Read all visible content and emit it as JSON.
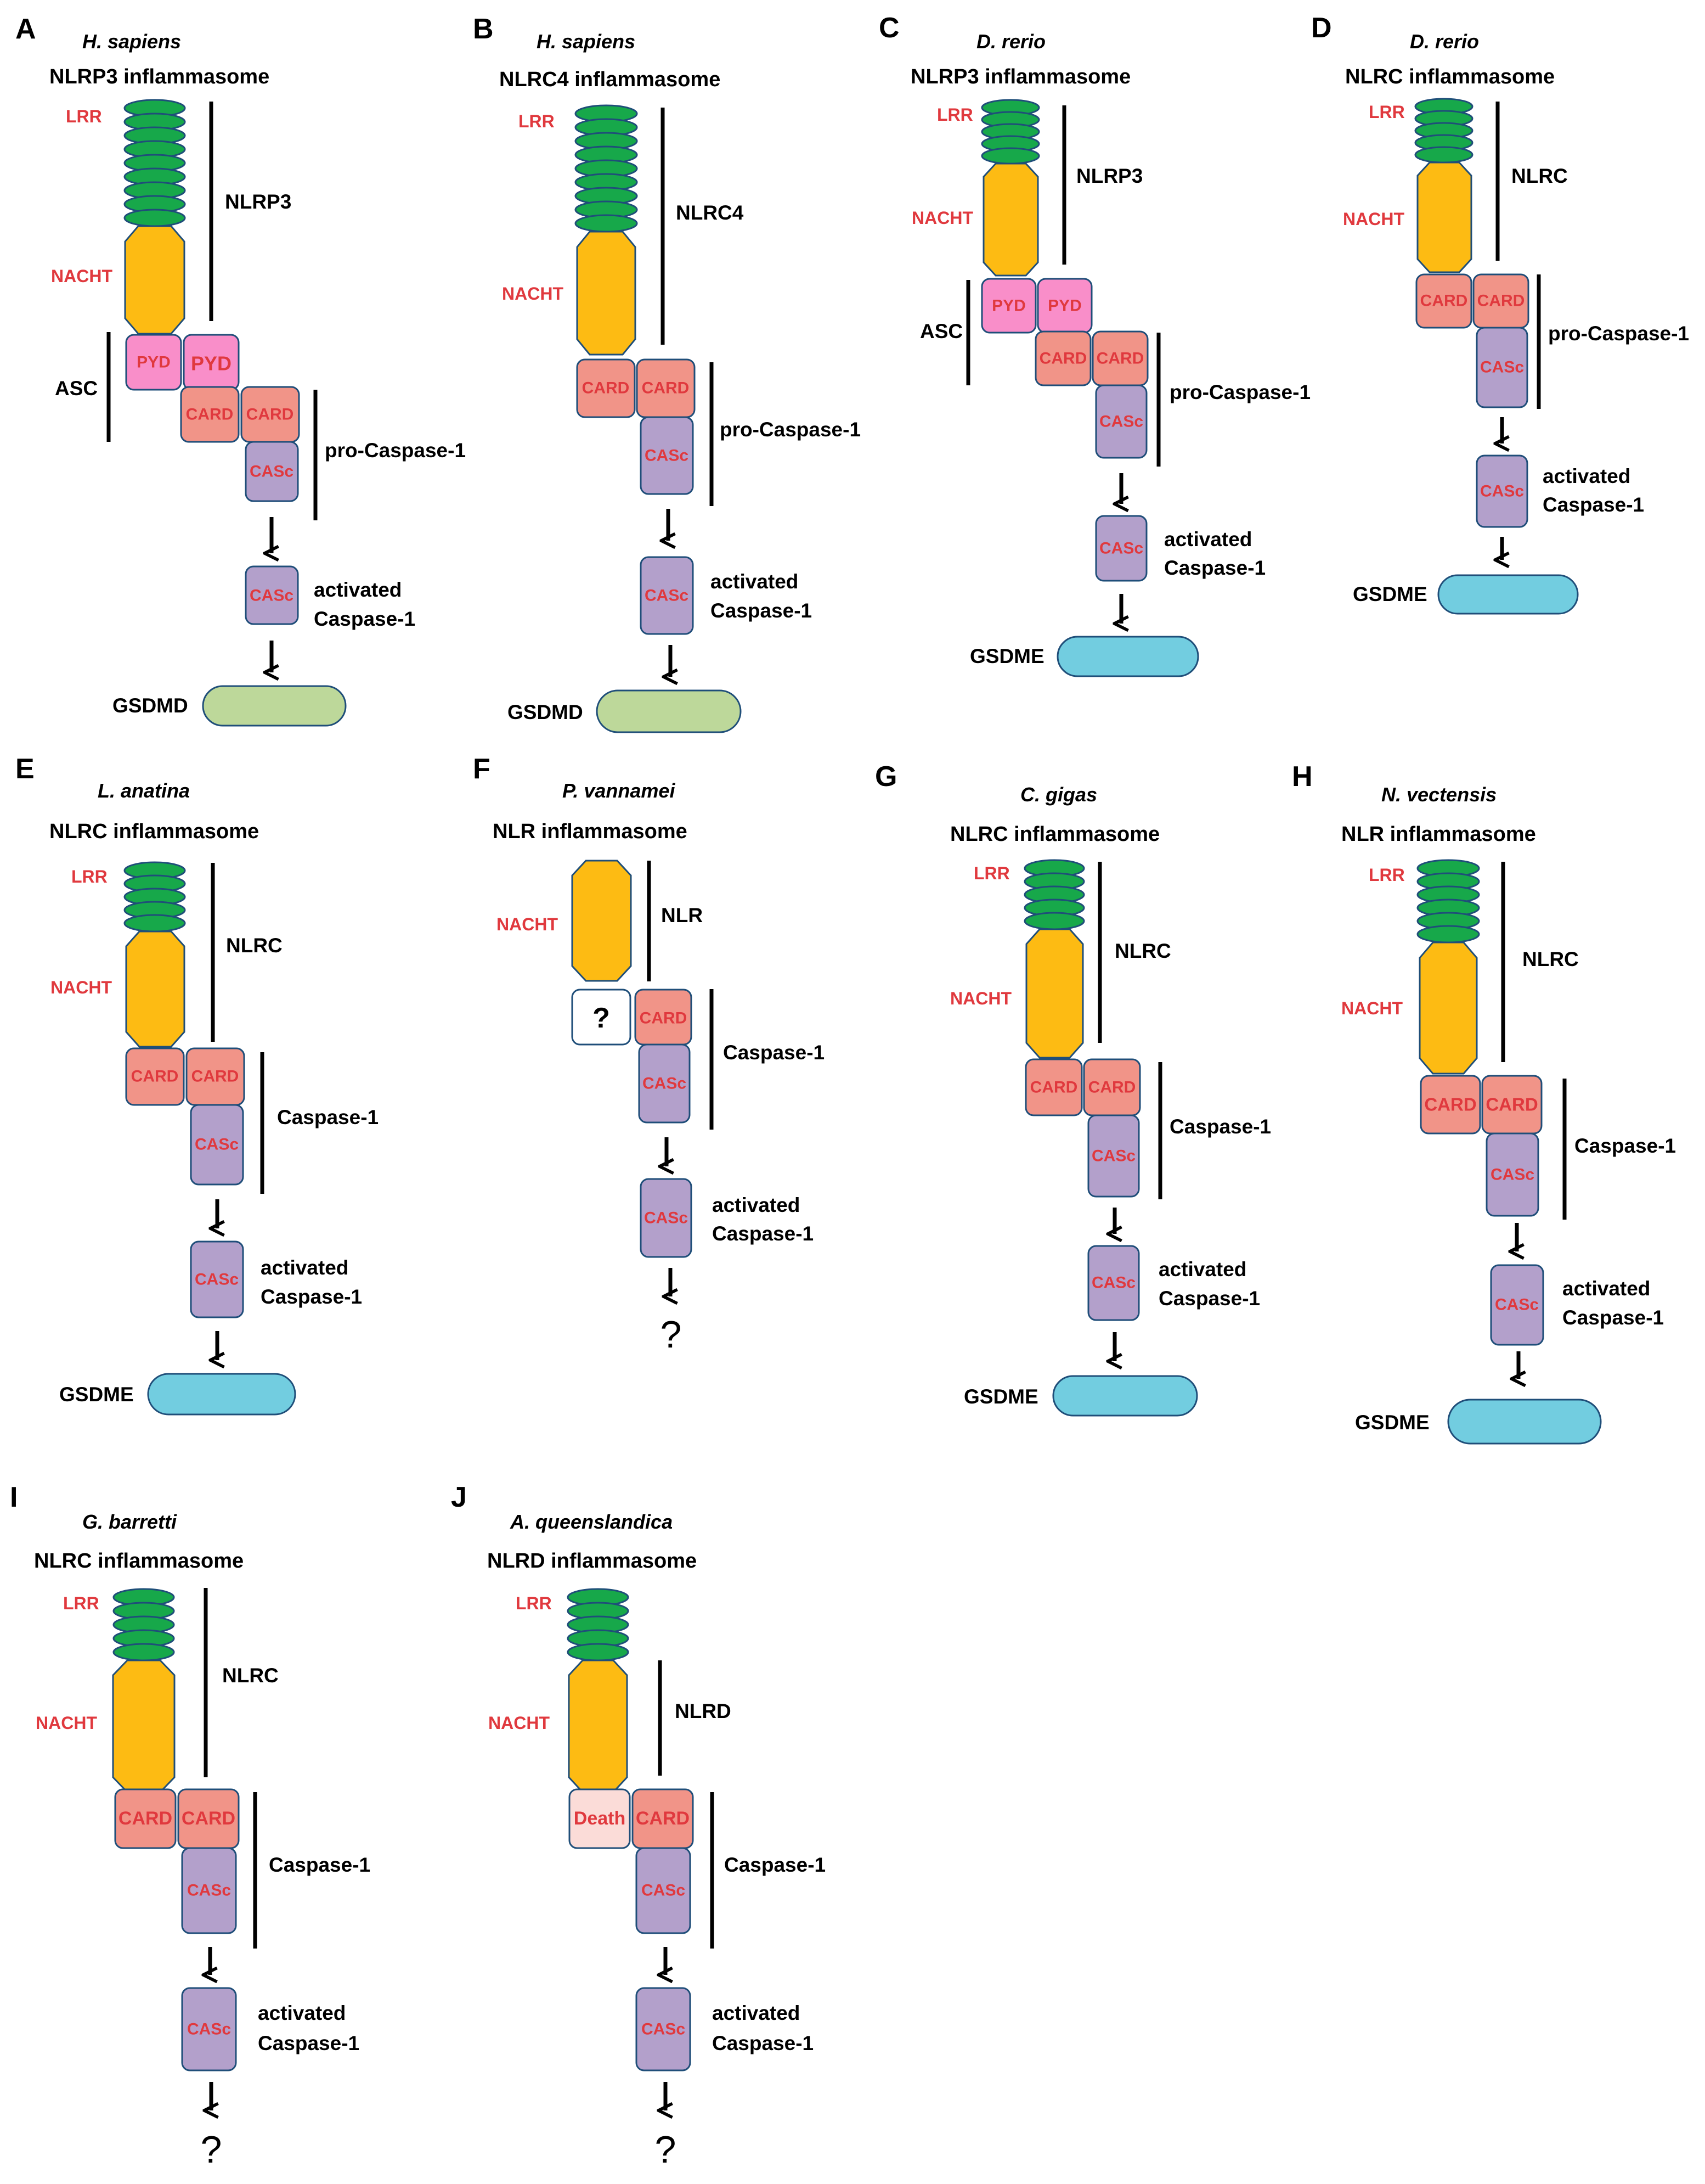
{
  "panels": [
    {
      "letter": "A",
      "species": "H. sapiens",
      "title": "NLRP3 inflammasome",
      "lrr_label": "LRR",
      "nacht_label": "NACHT",
      "receptor_label": "NLRP3",
      "adaptor_label": "ASC",
      "adaptor_domain": "PYD",
      "receptor_domain": "PYD",
      "adaptor_card": "CARD",
      "caspase_card": "CARD",
      "caspase_label": "pro-Caspase-1",
      "casc": "CASc",
      "activated_casc": "CASc",
      "activated_label_1": "activated",
      "activated_label_2": "Caspase-1",
      "gasdermin": "GSDMD",
      "gasdermin_color": "#bdd89a"
    },
    {
      "letter": "B",
      "species": "H. sapiens",
      "title": "NLRC4 inflammasome",
      "lrr_label": "LRR",
      "nacht_label": "NACHT",
      "receptor_label": "NLRC4",
      "receptor_domain": "CARD",
      "caspase_card": "CARD",
      "caspase_label": "pro-Caspase-1",
      "casc": "CASc",
      "activated_casc": "CASc",
      "activated_label_1": "activated",
      "activated_label_2": "Caspase-1",
      "gasdermin": "GSDMD",
      "gasdermin_color": "#bdd89a"
    },
    {
      "letter": "C",
      "species": "D. rerio",
      "title": "NLRP3 inflammasome",
      "lrr_label": "LRR",
      "nacht_label": "NACHT",
      "receptor_label": "NLRP3",
      "adaptor_label": "ASC",
      "receptor_domain": "PYD",
      "adaptor_domain": "PYD",
      "adaptor_card": "CARD",
      "caspase_card": "CARD",
      "caspase_label": "pro-Caspase-1",
      "casc": "CASc",
      "activated_casc": "CASc",
      "activated_label_1": "activated",
      "activated_label_2": "Caspase-1",
      "gasdermin": "GSDME",
      "gasdermin_color": "#72cde0"
    },
    {
      "letter": "D",
      "species": "D. rerio",
      "title": "NLRC inflammasome",
      "lrr_label": "LRR",
      "nacht_label": "NACHT",
      "receptor_label": "NLRC",
      "receptor_domain": "CARD",
      "caspase_card": "CARD",
      "caspase_label": "pro-Caspase-1",
      "casc": "CASc",
      "activated_casc": "CASc",
      "activated_label_1": "activated",
      "activated_label_2": "Caspase-1",
      "gasdermin": "GSDME",
      "gasdermin_color": "#72cde0"
    },
    {
      "letter": "E",
      "species": "L. anatina",
      "title": "NLRC inflammasome",
      "lrr_label": "LRR",
      "nacht_label": "NACHT",
      "receptor_label": "NLRC",
      "receptor_domain": "CARD",
      "caspase_card": "CARD",
      "caspase_label": "Caspase-1",
      "casc": "CASc",
      "activated_casc": "CASc",
      "activated_label_1": "activated",
      "activated_label_2": "Caspase-1",
      "gasdermin": "GSDME",
      "gasdermin_color": "#72cde0"
    },
    {
      "letter": "F",
      "species": "P. vannamei",
      "title": "NLR inflammasome",
      "nacht_label": "NACHT",
      "receptor_label": "NLR",
      "receptor_domain": "?",
      "caspase_card": "CARD",
      "caspase_label": "Caspase-1",
      "casc": "CASc",
      "activated_casc": "CASc",
      "activated_label_1": "activated",
      "activated_label_2": "Caspase-1",
      "unknown_target": "?"
    },
    {
      "letter": "G",
      "species": "C. gigas",
      "title": "NLRC inflammasome",
      "lrr_label": "LRR",
      "nacht_label": "NACHT",
      "receptor_label": "NLRC",
      "receptor_domain": "CARD",
      "caspase_card": "CARD",
      "caspase_label": "Caspase-1",
      "casc": "CASc",
      "activated_casc": "CASc",
      "activated_label_1": "activated",
      "activated_label_2": "Caspase-1",
      "gasdermin": "GSDME",
      "gasdermin_color": "#72cde0"
    },
    {
      "letter": "H",
      "species": "N. vectensis",
      "title": "NLR inflammasome",
      "lrr_label": "LRR",
      "nacht_label": "NACHT",
      "receptor_label": "NLRC",
      "receptor_domain": "CARD",
      "caspase_card": "CARD",
      "caspase_label": "Caspase-1",
      "casc": "CASc",
      "activated_casc": "CASc",
      "activated_label_1": "activated",
      "activated_label_2": "Caspase-1",
      "gasdermin": "GSDME",
      "gasdermin_color": "#72cde0"
    },
    {
      "letter": "I",
      "species": "G. barretti",
      "title": "NLRC inflammasome",
      "lrr_label": "LRR",
      "nacht_label": "NACHT",
      "receptor_label": "NLRC",
      "receptor_domain": "CARD",
      "caspase_card": "CARD",
      "caspase_label": "Caspase-1",
      "casc": "CASc",
      "activated_casc": "CASc",
      "activated_label_1": "activated",
      "activated_label_2": "Caspase-1",
      "unknown_target": "?"
    },
    {
      "letter": "J",
      "species": "A. queenslandica",
      "title": "NLRD inflammasome",
      "lrr_label": "LRR",
      "nacht_label": "NACHT",
      "receptor_label": "NLRD",
      "receptor_domain": "Death",
      "caspase_card": "CARD",
      "caspase_label": "Caspase-1",
      "casc": "CASc",
      "activated_casc": "CASc",
      "activated_label_1": "activated",
      "activated_label_2": "Caspase-1",
      "unknown_target": "?"
    }
  ],
  "colors": {
    "lrr": "#17a84a",
    "nacht": "#fdbb13",
    "pyd": "#f98ec9",
    "card": "#f19488",
    "casc": "#b3a0cb",
    "death": "#fbdcd8",
    "unknown": "#ffffff",
    "outline": "#1f4e79",
    "text_red": "#e0393e"
  }
}
